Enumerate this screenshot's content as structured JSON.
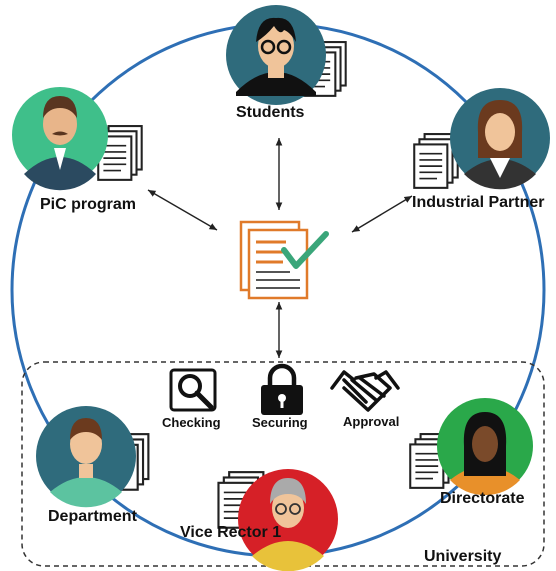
{
  "nodes": {
    "students": {
      "label": "Students",
      "color": "#2f6b7c"
    },
    "pic_program": {
      "label": "PiC program",
      "color": "#3fbf8a"
    },
    "industrial_partner": {
      "label": "Industrial Partner",
      "color": "#2f6b7c"
    },
    "department": {
      "label": "Department",
      "color": "#2f6b7c"
    },
    "vice_rector": {
      "label": "Vice Rector 1",
      "color": "#d62027"
    },
    "directorate": {
      "label": "Directorate",
      "color": "#2aa84a"
    }
  },
  "center_icon": "document-checked-icon",
  "actions": [
    {
      "label": "Checking",
      "icon": "magnifier-icon"
    },
    {
      "label": "Securing",
      "icon": "padlock-icon"
    },
    {
      "label": "Approval",
      "icon": "handshake-icon"
    }
  ],
  "region": {
    "label": "University"
  },
  "colors": {
    "ring": "#2e6fb5",
    "accent_orange": "#e07a2a",
    "check_green": "#3aa67a"
  }
}
